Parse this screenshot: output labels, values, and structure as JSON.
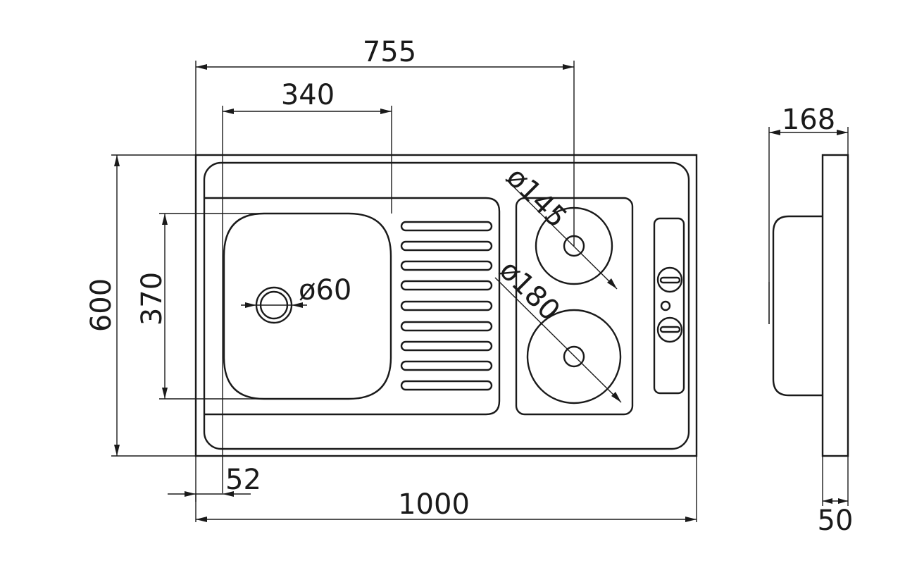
{
  "dimensions": {
    "overall_width": "1000",
    "overall_depth": "600",
    "sink_area_width": "340",
    "burner_center_offset": "755",
    "bowl_depth": "370",
    "drain_diameter": "ø60",
    "small_burner_diameter": "ø145",
    "large_burner_diameter": "ø180",
    "edge_offset": "52",
    "side_height": "168",
    "side_thickness": "50"
  },
  "colors": {
    "line": "#1a1a1a",
    "background": "#ffffff"
  }
}
